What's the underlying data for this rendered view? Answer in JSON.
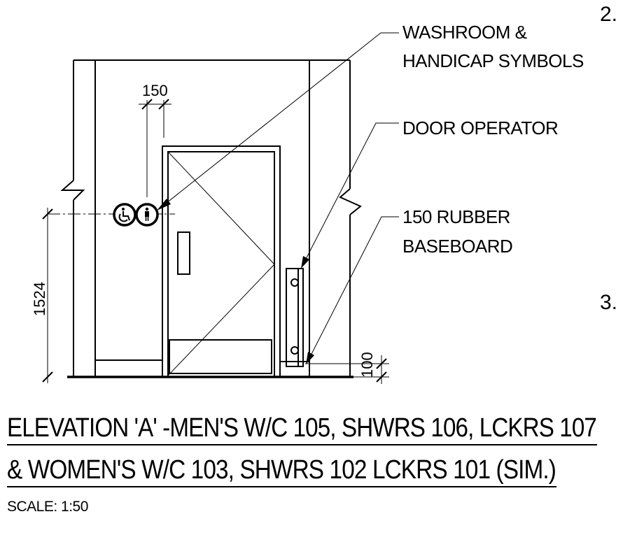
{
  "callouts": {
    "washroom_line1": "WASHROOM &",
    "washroom_line2": "HANDICAP SYMBOLS",
    "door_operator": "DOOR OPERATOR",
    "baseboard_line1": "150 RUBBER",
    "baseboard_line2": "BASEBOARD"
  },
  "dimensions": {
    "symbol_offset": "150",
    "symbol_height": "1524",
    "baseboard_height": "100"
  },
  "title": {
    "line1": "ELEVATION 'A' -MEN'S W/C 105, SHWRS 106, LCKRS 107",
    "line2": "& WOMEN'S W/C 103, SHWRS 102 LCKRS 101 (SIM.)",
    "scale": "SCALE: 1:50"
  },
  "edge_notes": {
    "note2": "2.",
    "note3": "3."
  },
  "symbols": {
    "accessible": "accessible-symbol-icon",
    "washroom": "person-symbol-icon"
  }
}
